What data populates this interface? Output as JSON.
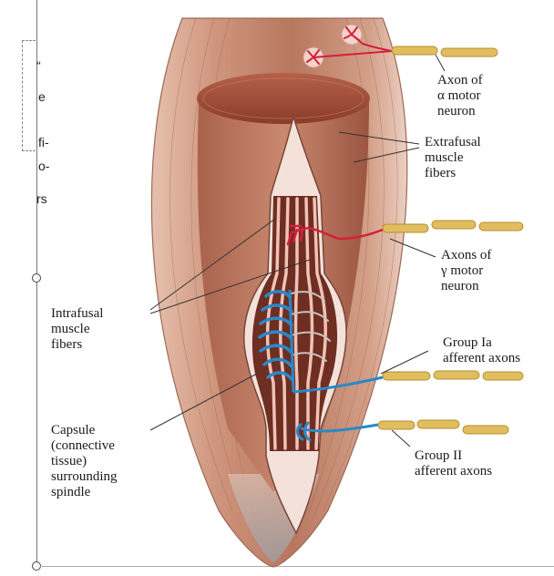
{
  "labels": {
    "alpha_axon": [
      "Axon of",
      "α motor",
      "neuron"
    ],
    "extrafusal": [
      "Extrafusal",
      "muscle",
      "fibers"
    ],
    "gamma_axons": [
      "Axons of",
      "γ motor",
      "neuron"
    ],
    "intrafusal": [
      "Intrafusal",
      "muscle",
      "fibers"
    ],
    "group_ia": [
      "Group Ia",
      "afferent axons"
    ],
    "capsule": [
      "Capsule",
      "(connective",
      "tissue)",
      "surrounding",
      "spindle"
    ],
    "group_ii": [
      "Group II",
      "afferent axons"
    ]
  },
  "left_fragments": [
    "“",
    "e",
    "fi-",
    "o-",
    "rs"
  ],
  "colors": {
    "muscle": "#c58a72",
    "muscle_dark": "#8e4a36",
    "spindle": "#f1c2b7",
    "afferent": "#2a88c8",
    "efferent": "#d51f3a",
    "myelin": "#e0be60"
  }
}
